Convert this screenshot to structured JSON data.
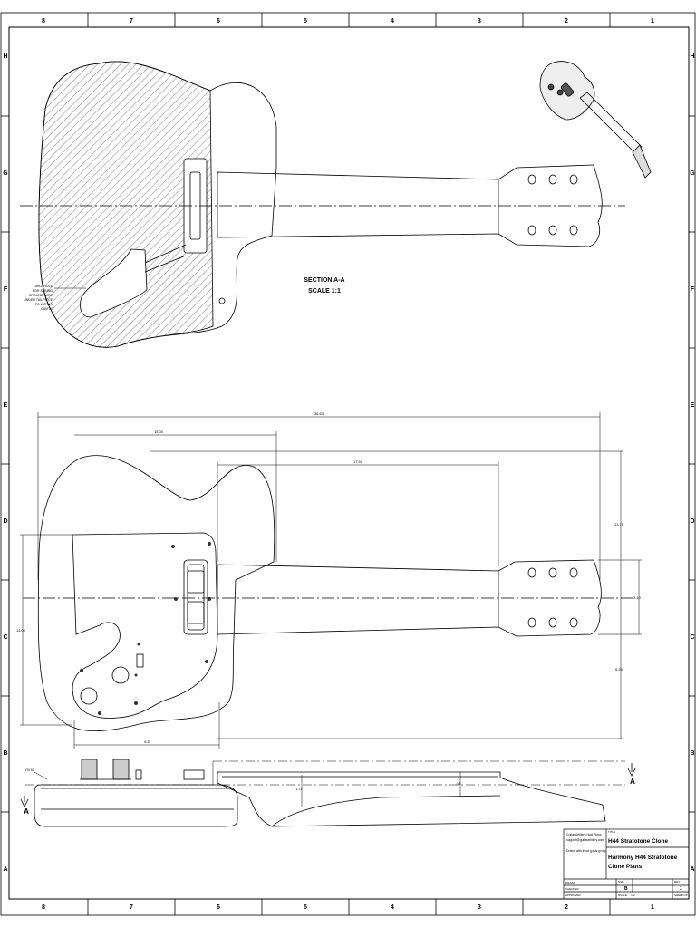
{
  "border": {
    "col_labels": [
      "8",
      "7",
      "6",
      "5",
      "4",
      "3",
      "2",
      "1"
    ],
    "row_labels": [
      "H",
      "G",
      "F",
      "E",
      "D",
      "C",
      "B",
      "A"
    ]
  },
  "section_view": {
    "title": "SECTION A-A",
    "scale": "SCALE 1:1",
    "note": [
      "DRILL HOLE",
      "FOR STRING",
      "GROUND WIRE",
      "UNDER TAILPIECE",
      "TO WIRING",
      "CAVITY"
    ]
  },
  "dimensions": {
    "overall_length": "36.63",
    "body_to_neck": "15.00",
    "neck_length": "17.50",
    "body_width_total": "13.75",
    "head_width": "3.10",
    "lower_width": "6.25",
    "body_height": "11.00",
    "bottom_small": "6.5",
    "side_thickness": "1.75",
    "side_note": "0.8",
    "side_label": "R0.50"
  },
  "section_markers": {
    "left": "A",
    "right": "A"
  },
  "title_block": {
    "company": "Guitar Artillery Hold Plans",
    "email": "support@guitarartillery.com",
    "drawn_note": "Drawn with input guitar group",
    "title_label": "TITLE",
    "title1": "H44 Stratotone Clone",
    "title2": "Harmony H44 Stratotone",
    "title3": "Clone Plans",
    "row1": [
      "DRAWN",
      "CHECKED",
      "APPROVED"
    ],
    "size_label": "SIZE",
    "size": "B",
    "rev_label": "REV",
    "rev": "1",
    "scale_label": "SCALE",
    "scale": "1:2",
    "sheet_label": "SHEET",
    "sheet": "1 OF 1"
  },
  "colors": {
    "line": "#000000",
    "hatch": "#333333"
  }
}
